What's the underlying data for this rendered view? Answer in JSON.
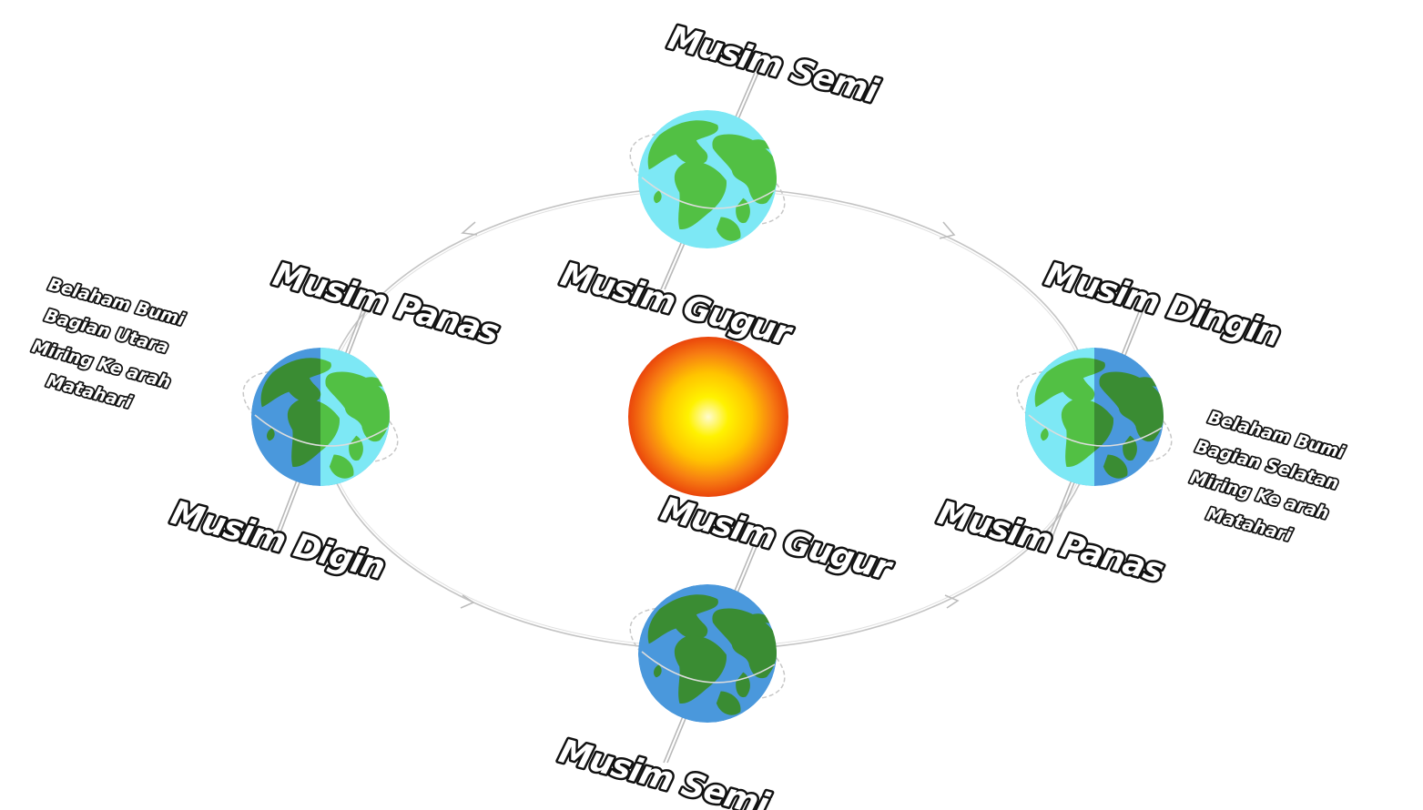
{
  "colors": {
    "ocean_light": "#7de8f5",
    "ocean_dark": "#4a98dc",
    "land_light": "#52c044",
    "land_dark": "#3a8c33",
    "sun_center": "#fffbd0",
    "sun_mid": "#ffe300",
    "sun_outer": "#ee4a0c",
    "orbit": "#bdbdbd",
    "label_fill": "#ffffff",
    "label_stroke": "#111111"
  },
  "sun": {
    "icon": "sun-icon"
  },
  "orbit": {
    "icon": "orbit-ellipse"
  },
  "earths": {
    "top": {
      "icon": "earth-globe-icon",
      "lit": "full"
    },
    "left": {
      "icon": "earth-globe-icon",
      "lit": "right-half"
    },
    "right": {
      "icon": "earth-globe-icon",
      "lit": "left-half"
    },
    "bottom": {
      "icon": "earth-globe-icon",
      "lit": "none"
    }
  },
  "labels": {
    "top_north": "Musim Semi",
    "top_south": "Musim Gugur",
    "left_north": "Musim Panas",
    "left_south": "Musim Digin",
    "right_north": "Musim Dingin",
    "right_south": "Musim Panas",
    "bottom_north": "Musim Gugur",
    "bottom_south": "Musim Semi"
  },
  "notes": {
    "north": [
      "Belaham Bumi",
      "Bagian Utara",
      "Miring Ke arah",
      "Matahari"
    ],
    "south": [
      "Belaham Bumi",
      "Bagian Selatan",
      "Miring Ke arah",
      "Matahari"
    ]
  }
}
